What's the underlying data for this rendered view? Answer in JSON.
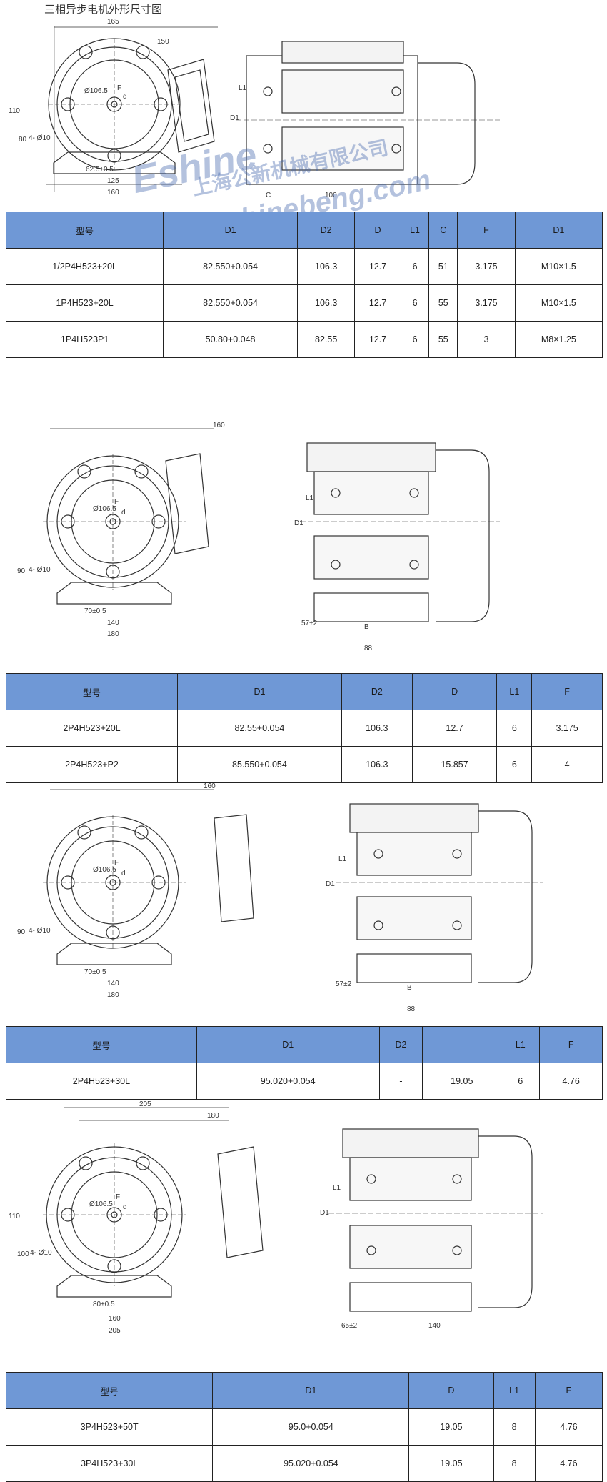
{
  "page_title": "三相异步电机外形尺寸图",
  "watermark": {
    "brand": "Eshine",
    "company": "上海公新机械有限公司",
    "url": "www.eshinebeng.com",
    "color": "#3a5fa8"
  },
  "drawings": [
    {
      "dims": [
        "165",
        "150",
        "110",
        "80",
        "4- Ø10",
        "62.5±0.5",
        "125",
        "160",
        "Ø106.5",
        "F",
        "d",
        "D1",
        "L1",
        "C",
        "100"
      ]
    },
    {
      "dims": [
        "160",
        "90",
        "4- Ø10",
        "70±0.5",
        "140",
        "180",
        "Ø106.5",
        "F",
        "d",
        "D1",
        "L1",
        "57±2",
        "B",
        "88"
      ]
    },
    {
      "dims": [
        "160",
        "90",
        "4- Ø10",
        "70±0.5",
        "140",
        "180",
        "Ø106.5",
        "F",
        "d",
        "D1",
        "L1",
        "57±2",
        "B",
        "88"
      ]
    },
    {
      "dims": [
        "205",
        "180",
        "110",
        "100",
        "4- Ø10",
        "80±0.5",
        "160",
        "205",
        "Ø106.5",
        "F",
        "d",
        "D1",
        "L1",
        "65±2",
        "140"
      ]
    }
  ],
  "tables": [
    {
      "headers": [
        "型号",
        "D1",
        "D2",
        "D",
        "L1",
        "C",
        "F",
        "D1"
      ],
      "rows": [
        [
          "1/2P4H523+20L",
          "82.550+0.054",
          "106.3",
          "12.7",
          "6",
          "51",
          "3.175",
          "M10×1.5"
        ],
        [
          "1P4H523+20L",
          "82.550+0.054",
          "106.3",
          "12.7",
          "6",
          "55",
          "3.175",
          "M10×1.5"
        ],
        [
          "1P4H523P1",
          "50.80+0.048",
          "82.55",
          "12.7",
          "6",
          "55",
          "3",
          "M8×1.25"
        ]
      ]
    },
    {
      "headers": [
        "型号",
        "D1",
        "D2",
        "D",
        "L1",
        "F"
      ],
      "rows": [
        [
          "2P4H523+20L",
          "82.55+0.054",
          "106.3",
          "12.7",
          "6",
          "3.175"
        ],
        [
          "2P4H523+P2",
          "85.550+0.054",
          "106.3",
          "15.857",
          "6",
          "4"
        ]
      ]
    },
    {
      "headers": [
        "型号",
        "D1",
        "D2",
        "",
        "L1",
        "F"
      ],
      "rows": [
        [
          "2P4H523+30L",
          "95.020+0.054",
          "-",
          "19.05",
          "6",
          "4.76"
        ]
      ]
    },
    {
      "headers": [
        "型号",
        "D1",
        "D",
        "L1",
        "F"
      ],
      "rows": [
        [
          "3P4H523+50T",
          "95.0+0.054",
          "19.05",
          "8",
          "4.76"
        ],
        [
          "3P4H523+30L",
          "95.020+0.054",
          "19.05",
          "8",
          "4.76"
        ]
      ]
    }
  ]
}
